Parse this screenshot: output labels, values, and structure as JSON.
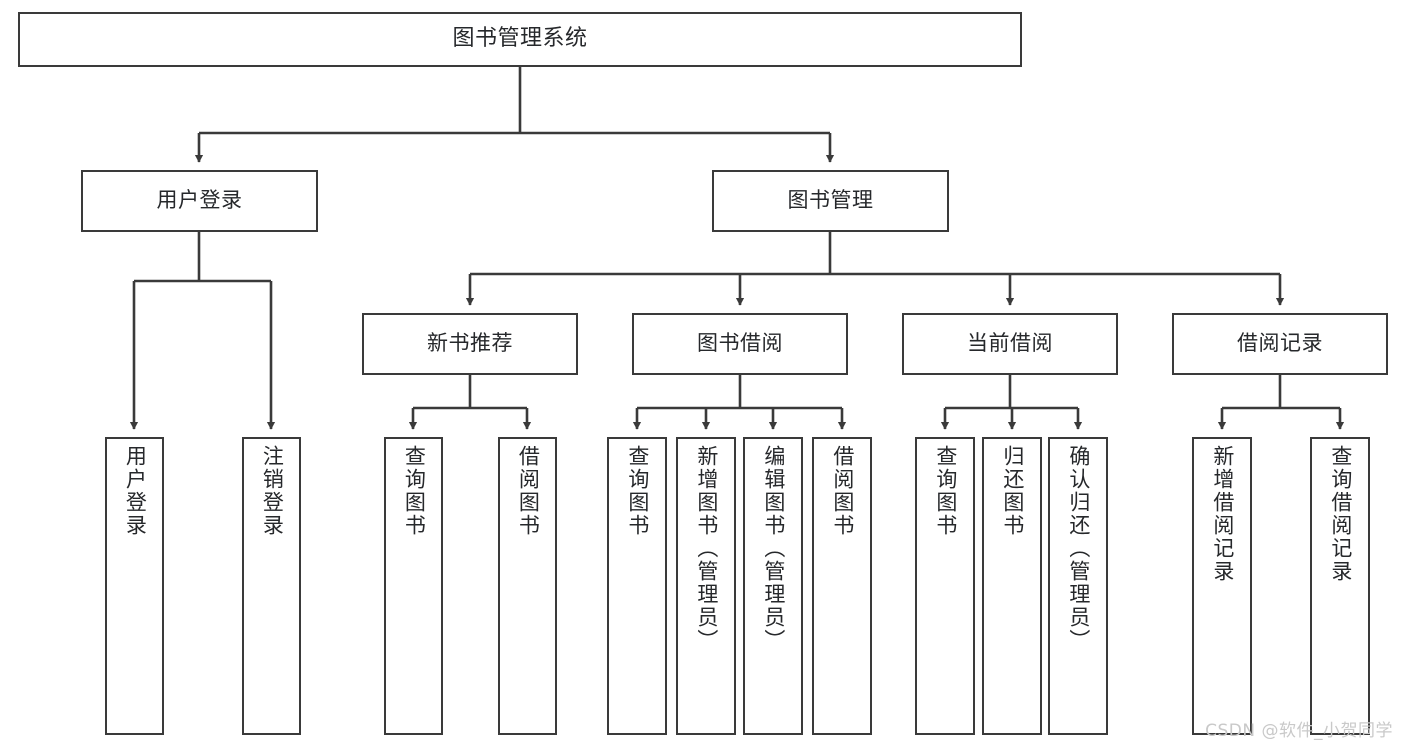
{
  "diagram": {
    "title_node": {
      "label": "图书管理系统"
    },
    "level2": [
      {
        "label": "用户登录"
      },
      {
        "label": "图书管理"
      }
    ],
    "level3": [
      {
        "label": "新书推荐"
      },
      {
        "label": "图书借阅"
      },
      {
        "label": "当前借阅"
      },
      {
        "label": "借阅记录"
      }
    ],
    "leaves": {
      "user_login": [
        {
          "label": "用户登录"
        },
        {
          "label": "注销登录"
        }
      ],
      "new_book_recommend": [
        {
          "label": "查询图书"
        },
        {
          "label": "借阅图书"
        }
      ],
      "book_borrow": [
        {
          "label": "查询图书"
        },
        {
          "label": "新增图书（管理员）"
        },
        {
          "label": "编辑图书（管理员）"
        },
        {
          "label": "借阅图书"
        }
      ],
      "current_borrow": [
        {
          "label": "查询图书"
        },
        {
          "label": "归还图书"
        },
        {
          "label": "确认归还（管理员）"
        }
      ],
      "borrow_record": [
        {
          "label": "新增借阅记录"
        },
        {
          "label": "查询借阅记录"
        }
      ]
    }
  },
  "watermark": {
    "text": "CSDN @软件_小贺同学"
  },
  "colors": {
    "border": "#3a3a3a",
    "text": "#26282b",
    "background": "#ffffff",
    "watermark": "#c9c9c9"
  }
}
